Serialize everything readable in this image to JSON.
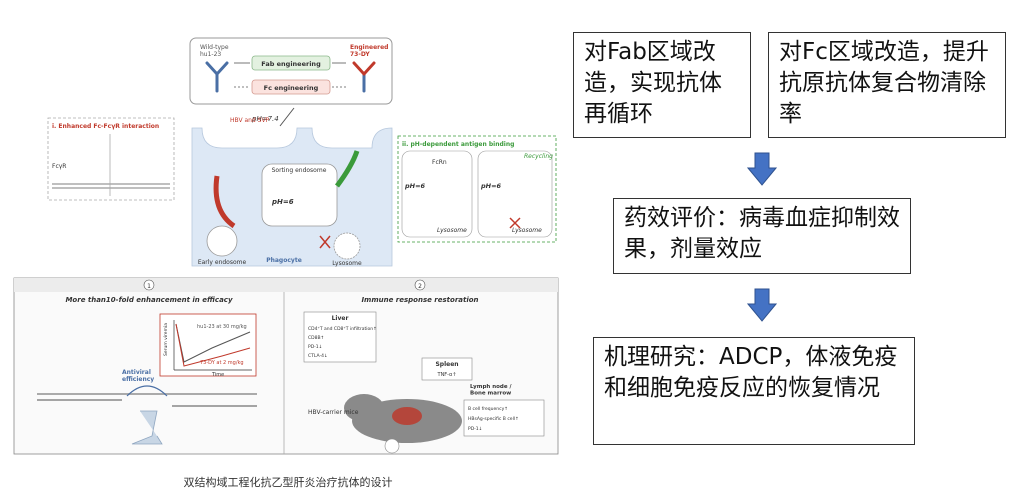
{
  "figure": {
    "top_panel": {
      "wildtype_label": "Wild-type\nhu1-23",
      "engineered_label": "Engineered\n73-DY",
      "fab_engineering": "Fab engineering",
      "fc_engineering": "Fc engineering",
      "ph74": "pH=7.4",
      "panel_i_title": "i. Enhanced Fc-FcγR interaction",
      "panel_ii_title": "ii. pH-dependent antigen binding",
      "hbv_label": "HBV and SVP",
      "fcgr_label": "FcγR",
      "sorting_endosome": "Sorting endosome",
      "ph6": "pH=6",
      "early_endosome": "Early endosome",
      "phagocyte": "Phagocyte",
      "lysosome": "Lysosome",
      "fcrn": "FcRn",
      "recycling": "Recycling",
      "ph6_a": "pH=6",
      "ph6_b": "pH=6",
      "lysosome_a": "Lysosome",
      "lysosome_b": "Lysosome"
    },
    "bottom_left": {
      "number": "1",
      "title": "More than10-fold enhancement in efficacy",
      "antiviral": "Antiviral\nefficiency",
      "legend1": "hu1-23 at 30 mg/kg",
      "legend2": "73-DY at 2 mg/kg",
      "y_axis": "Serum viremia",
      "x_axis": "Time"
    },
    "bottom_right": {
      "number": "2",
      "title": "Immune response restoration",
      "liver": "Liver",
      "liver_items": [
        "CD4⁺T and CD8⁺T infiltration↑",
        "CD8B↑",
        "PD-1↓",
        "CTLA-4↓"
      ],
      "spleen": "Spleen",
      "spleen_items": [
        "TNF-α↑"
      ],
      "lymph": "Lymph node /\nBone marrow",
      "lymph_items": [
        "B cell frequency↑",
        "HBsAg-specific B cell↑",
        "PD-1↓"
      ],
      "mice": "HBV-carrier mice"
    },
    "caption": "双结构域工程化抗乙型肝炎治疗抗体的设计"
  },
  "boxes": {
    "fab": "对Fab区域改造，实现抗体再循环",
    "fc": "对Fc区域改造，提升抗原抗体复合物清除率",
    "efficacy": "药效评价：病毒血症抑制效果，剂量效应",
    "mechanism": "机理研究：ADCP，体液免疫和细胞免疫反应的恢复情况"
  },
  "colors": {
    "arrow": "#4472c4",
    "arrow_stroke": "#2f528f",
    "panel_bg": "#dde8f5",
    "green": "#3a9a3a",
    "red": "#c0392b"
  }
}
